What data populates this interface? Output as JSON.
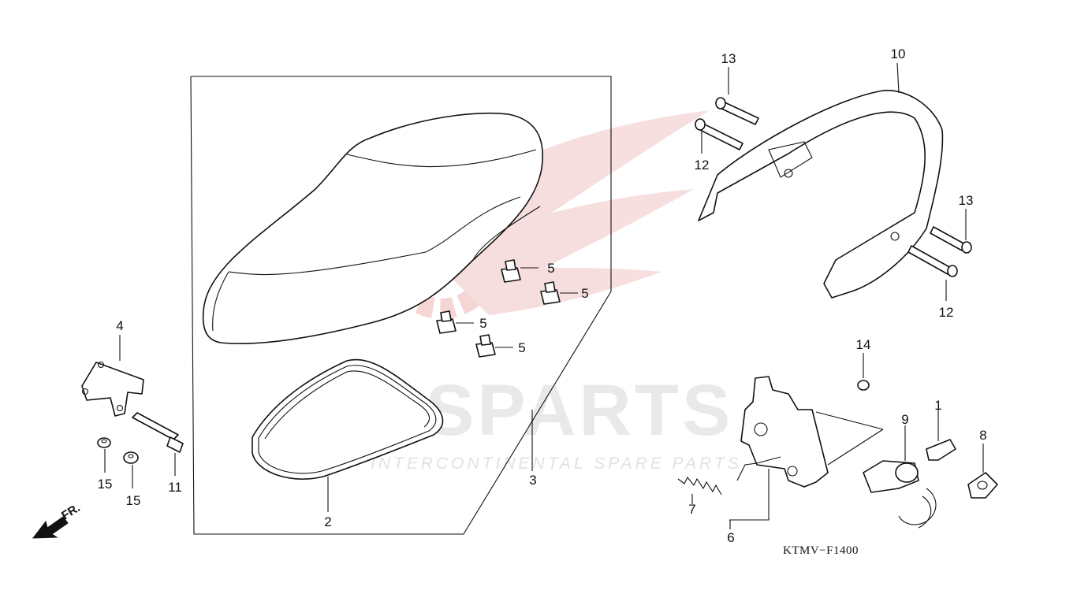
{
  "watermark": {
    "brand": "ICSPARTS",
    "tagline": "INTERCONTINENTAL SPARE PARTS",
    "logo_color": "#f2c9c9"
  },
  "diagram_code": "KTMV−F1400",
  "front_arrow_label": "FR.",
  "callouts": {
    "c1": "1",
    "c2": "2",
    "c3": "3",
    "c4": "4",
    "c5a": "5",
    "c5b": "5",
    "c5c": "5",
    "c5d": "5",
    "c6": "6",
    "c7": "7",
    "c8": "8",
    "c9": "9",
    "c10": "10",
    "c11": "11",
    "c12a": "12",
    "c12b": "12",
    "c13a": "13",
    "c13b": "13",
    "c14": "14",
    "c15a": "15",
    "c15b": "15"
  }
}
